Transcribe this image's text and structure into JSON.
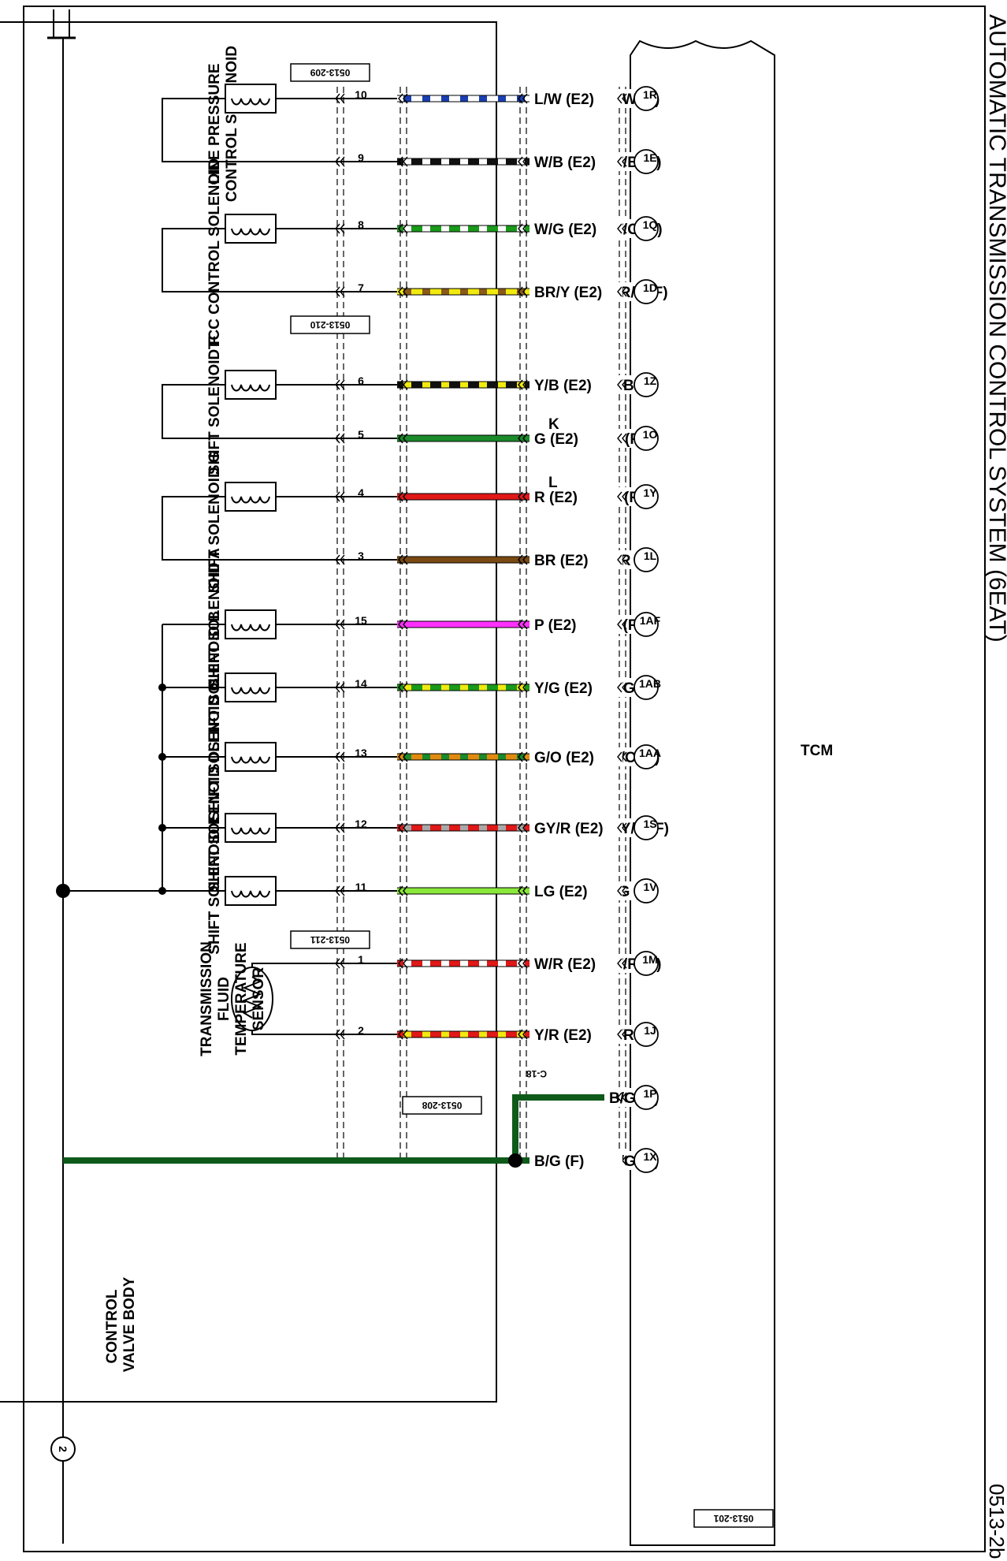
{
  "title": "AUTOMATIC TRANSMISSION CONTROL SYSTEM (6EAT)",
  "diagram_code": "0513-2b",
  "tcm_label": "TCM",
  "control_valve_body": [
    "CONTROL",
    "VALVE BODY"
  ],
  "connectors": {
    "tcm": "0513-201",
    "harness": "C-18",
    "tfts": "0513-208",
    "line_pressure": "0513-209",
    "tcc_block": "0513-210",
    "shift_block": "0513-211"
  },
  "splice_labels": {
    "k": "K",
    "l": "L"
  },
  "ground_number": "2",
  "wires": [
    {
      "tcm_pin": "1R",
      "f": "L/W (F)",
      "e2": "L/W (E2)",
      "valve_pin": "10",
      "c1": "#1a3fb0",
      "c2": "#ffffff"
    },
    {
      "tcm_pin": "1E",
      "f": "W/B (F)",
      "e2": "W/B (E2)",
      "valve_pin": "9",
      "c1": "#ffffff",
      "c2": "#111111"
    },
    {
      "tcm_pin": "1Q",
      "f": "W/G (F)",
      "e2": "W/G (E2)",
      "valve_pin": "8",
      "c1": "#ffffff",
      "c2": "#1a9a1a"
    },
    {
      "tcm_pin": "1D",
      "f": "BR/Y (F)",
      "e2": "BR/Y (E2)",
      "valve_pin": "7",
      "c1": "#8a5a1a",
      "c2": "#f0ea10"
    },
    {
      "tcm_pin": "1Z",
      "f": "Y/B (F)",
      "e2": "Y/B (E2)",
      "valve_pin": "6",
      "c1": "#f0ea10",
      "c2": "#111111"
    },
    {
      "tcm_pin": "1O",
      "f": "G (F)",
      "e2": "G (E2)",
      "valve_pin": "5",
      "c1": "#1a8a2a",
      "c2": "#1a8a2a"
    },
    {
      "tcm_pin": "1Y",
      "f": "R (F)",
      "e2": "R (E2)",
      "valve_pin": "4",
      "c1": "#e01818",
      "c2": "#e01818"
    },
    {
      "tcm_pin": "1L",
      "f": "BR (F)",
      "e2": "BR (E2)",
      "valve_pin": "3",
      "c1": "#7a4a12",
      "c2": "#7a4a12"
    },
    {
      "tcm_pin": "1AF",
      "f": "P (F)",
      "e2": "P (E2)",
      "valve_pin": "15",
      "c1": "#ff30ff",
      "c2": "#ff30ff"
    },
    {
      "tcm_pin": "1AB",
      "f": "Y/G (F)",
      "e2": "Y/G (E2)",
      "valve_pin": "14",
      "c1": "#f0ea10",
      "c2": "#1a9a1a"
    },
    {
      "tcm_pin": "1AA",
      "f": "G/O (F)",
      "e2": "G/O (E2)",
      "valve_pin": "13",
      "c1": "#1a8a2a",
      "c2": "#e08a10"
    },
    {
      "tcm_pin": "1S",
      "f": "GY/R (F)",
      "e2": "GY/R (E2)",
      "valve_pin": "12",
      "c1": "#a8a8a8",
      "c2": "#e01818"
    },
    {
      "tcm_pin": "1V",
      "f": "LG (F)",
      "e2": "LG (E2)",
      "valve_pin": "11",
      "c1": "#8ae83a",
      "c2": "#8ae83a"
    },
    {
      "tcm_pin": "1M",
      "f": "W/R (F)",
      "e2": "W/R (E2)",
      "valve_pin": "1",
      "c1": "#ffffff",
      "c2": "#e01818"
    },
    {
      "tcm_pin": "1J",
      "f": "Y/R (F)",
      "e2": "Y/R (E2)",
      "valve_pin": "2",
      "c1": "#f0ea10",
      "c2": "#e01818"
    }
  ],
  "ground_wires": [
    {
      "tcm_pin": "1P",
      "f": "B/G (F)"
    },
    {
      "tcm_pin": "1X",
      "f": "B/G (F)",
      "lower": "B/G (F)"
    }
  ],
  "components": [
    {
      "label": [
        "LINE PRESSURE",
        "CONTROL SOLENOID"
      ],
      "type": "solenoid"
    },
    {
      "label": [
        "TCC CONTROL SOLENOID"
      ],
      "type": "solenoid"
    },
    {
      "label": [
        "SHIFT SOLENOID F"
      ],
      "type": "solenoid"
    },
    {
      "label": [
        "SHIFT SOLENOID G"
      ],
      "type": "solenoid"
    },
    {
      "label": [
        "SHIFT SOLENOID A"
      ],
      "type": "solenoid"
    },
    {
      "label": [
        "SHIFT SOLENOID B"
      ],
      "type": "solenoid"
    },
    {
      "label": [
        "SHIFT SOLENOID C"
      ],
      "type": "solenoid"
    },
    {
      "label": [
        "SHIFT SOLENOID D"
      ],
      "type": "solenoid"
    },
    {
      "label": [
        "SHIFT SOLENOID E"
      ],
      "type": "solenoid"
    },
    {
      "label": [
        "TRANSMISSION",
        "FLUID",
        "TEMPERATURE",
        "SENSOR"
      ],
      "type": "thermistor"
    }
  ]
}
